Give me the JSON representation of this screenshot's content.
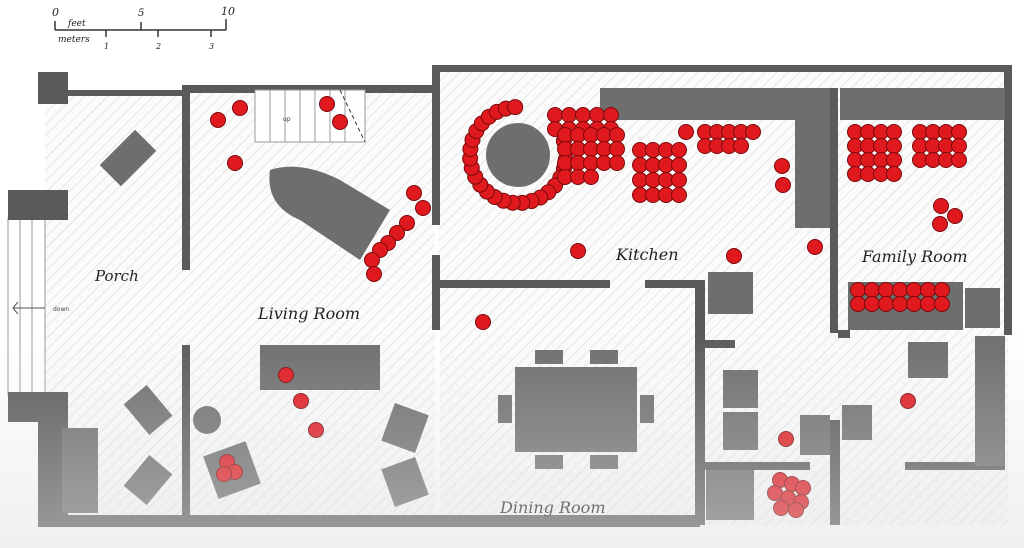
{
  "scale_bar": {
    "feet_label": "feet",
    "meters_label": "meters",
    "feet_ticks": [
      "0",
      "5",
      "10"
    ],
    "meter_ticks": [
      "1",
      "2",
      "3"
    ]
  },
  "rooms": {
    "porch": "Porch",
    "living_room": "Living Room",
    "kitchen": "Kitchen",
    "family_room": "Family Room",
    "dining_room": "Dining Room"
  },
  "annotations": {
    "stairs_up": "up",
    "porch_down": "down"
  },
  "colors": {
    "wall": "#5a5a5a",
    "furniture": "#6e6e6e",
    "hatch": "#d6d6d6",
    "marker": "#e0191f"
  },
  "marker_icon": "red-circle-marker"
}
